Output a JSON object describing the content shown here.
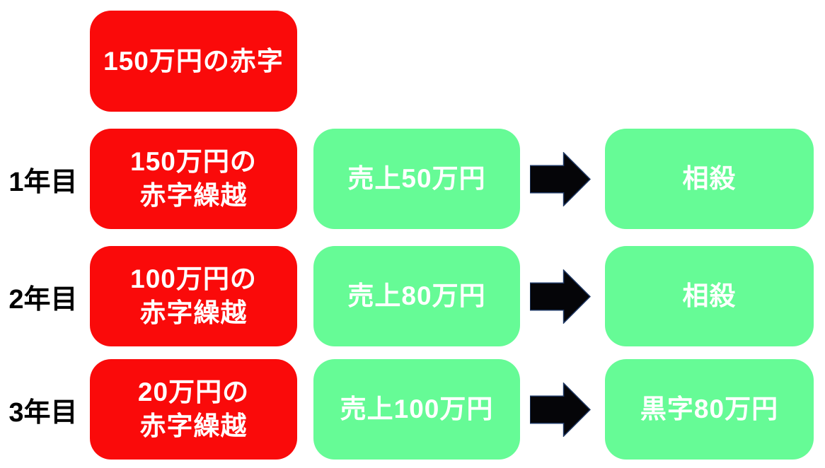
{
  "colors": {
    "red": "#fa0a0a",
    "green": "#66fb96",
    "arrow_fill": "#050508",
    "arrow_border": "#1f3864",
    "text_white": "#ffffff",
    "text_black": "#000000",
    "bg": "#ffffff"
  },
  "icons": {
    "arrow": "right-arrow-icon"
  },
  "intro_box": {
    "label": "150万円の赤字"
  },
  "rows": [
    {
      "year_label": "1年目",
      "carryover_line1": "150万円の",
      "carryover_line2": "赤字繰越",
      "sales_label": "売上50万円",
      "result_label": "相殺"
    },
    {
      "year_label": "2年目",
      "carryover_line1": "100万円の",
      "carryover_line2": "赤字繰越",
      "sales_label": "売上80万円",
      "result_label": "相殺"
    },
    {
      "year_label": "3年目",
      "carryover_line1": "20万円の",
      "carryover_line2": "赤字繰越",
      "sales_label": "売上100万円",
      "result_label": "黒字80万円"
    }
  ]
}
